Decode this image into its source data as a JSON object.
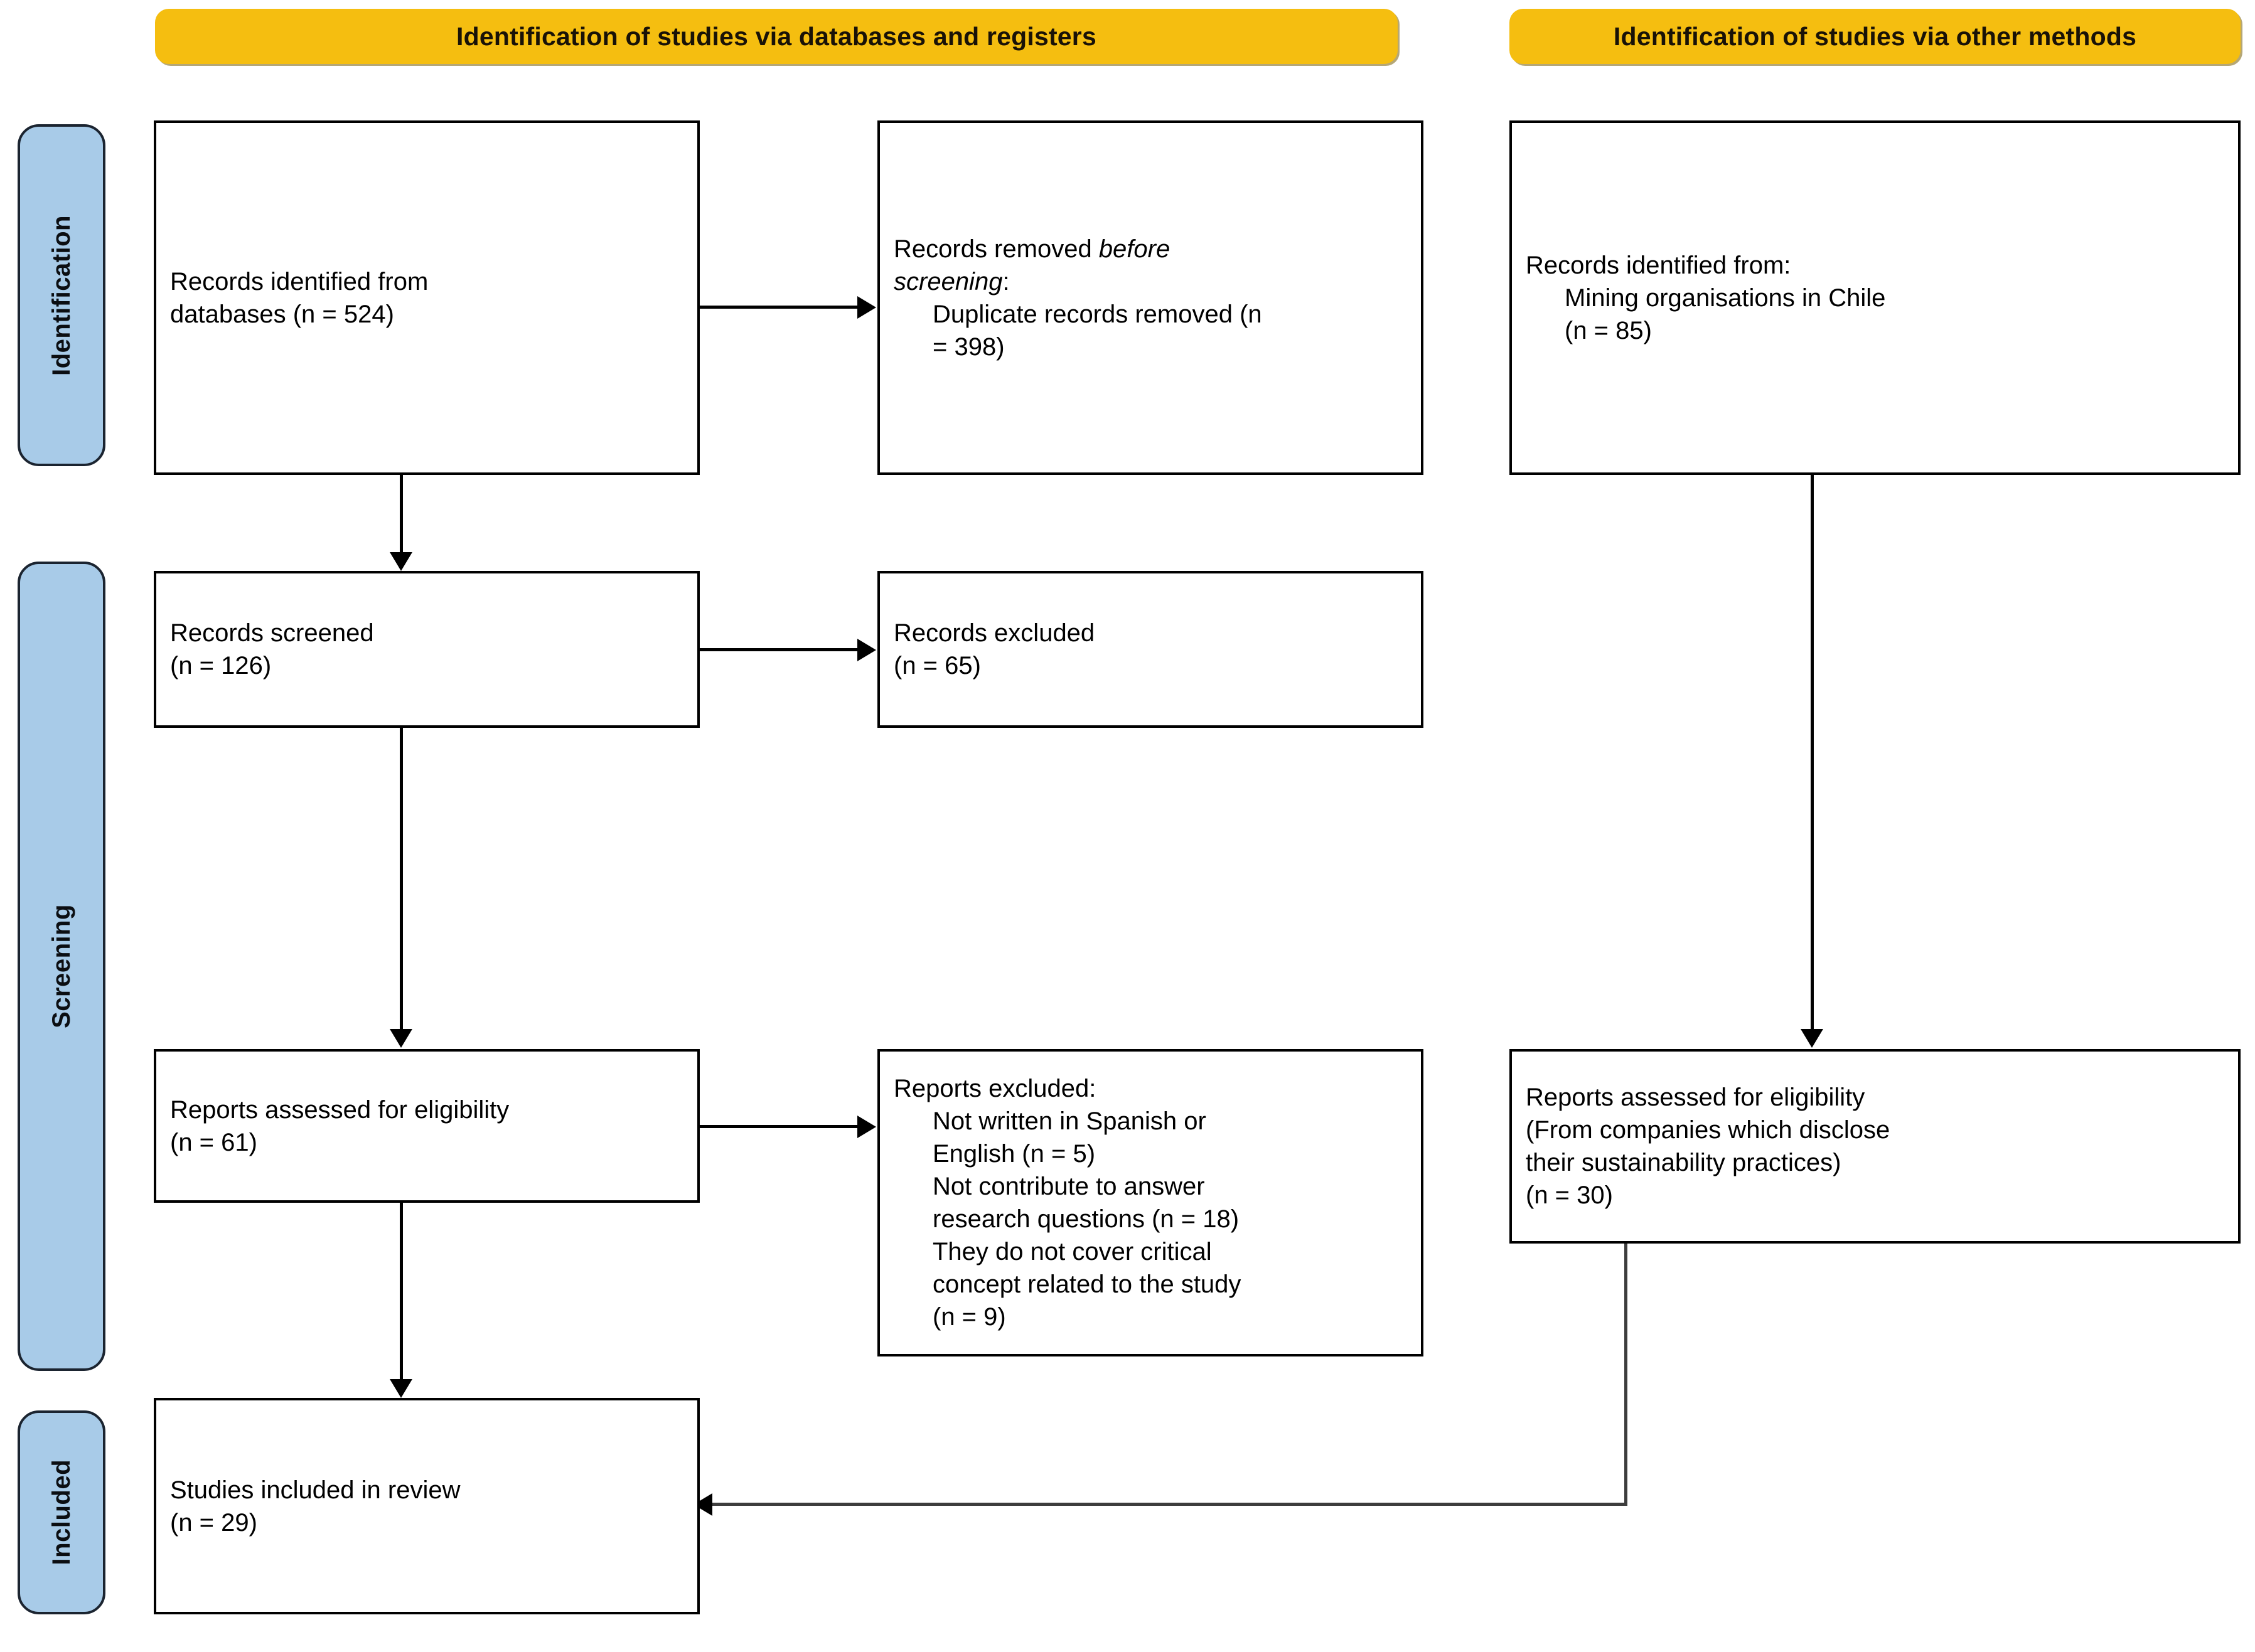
{
  "banners": [
    {
      "id": "databases",
      "label": "Identification of studies via databases and registers"
    },
    {
      "id": "other-methods",
      "label": "Identification of studies via other methods"
    }
  ],
  "stages": [
    {
      "id": "identification",
      "label": "Identification"
    },
    {
      "id": "screening",
      "label": "Screening"
    },
    {
      "id": "included",
      "label": "Included"
    }
  ],
  "boxes": {
    "records_identified_databases": {
      "line1": "Records identified from",
      "line2": "databases (n = 524)"
    },
    "records_removed": {
      "line1_pre": "Records removed ",
      "line1_em": "before",
      "line2_em": "screening",
      "line2_post": ":",
      "line3": "Duplicate records removed (n",
      "line4": "= 398)"
    },
    "records_identified_other": {
      "line1": "Records identified from:",
      "line2": "Mining organisations in Chile",
      "line3": "(n = 85)"
    },
    "records_screened": {
      "line1": "Records screened",
      "line2": "(n = 126)"
    },
    "records_excluded": {
      "line1": "Records excluded",
      "line2": "(n = 65)"
    },
    "reports_assessed_left": {
      "line1": "Reports assessed for eligibility",
      "line2": "(n = 61)"
    },
    "reports_excluded": {
      "line1": "Reports excluded:",
      "line2": "Not written in Spanish or",
      "line3": "English (n = 5)",
      "line4": "Not contribute to answer",
      "line5": "research questions (n = 18)",
      "line6": "They do not cover critical",
      "line7": "concept related to the study",
      "line8": "(n = 9)"
    },
    "reports_assessed_right": {
      "line1": "Reports assessed for eligibility",
      "line2": "(From companies which disclose",
      "line3": "their sustainability practices)",
      "line4": "(n = 30)"
    },
    "studies_included": {
      "line1": "Studies included in review",
      "line2": "(n = 29)"
    }
  },
  "colors": {
    "banner_yellow": "#F5BE10",
    "stage_blue": "#A8CBE8",
    "box_border": "#000000",
    "connector_black": "#000000",
    "connector_grey": "#3d3d3d"
  }
}
